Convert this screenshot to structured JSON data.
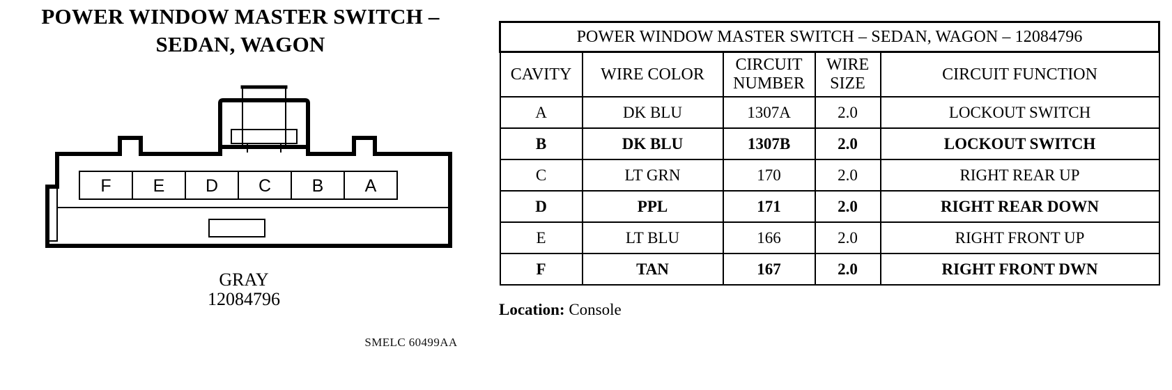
{
  "document": {
    "title_line_1": "POWER WINDOW MASTER SWITCH –",
    "title_line_2": "SEDAN, WAGON",
    "footer_code": "SMELC 60499AA"
  },
  "connector": {
    "color_label": "GRAY",
    "part_number": "12084796",
    "cavity_labels": [
      "F",
      "E",
      "D",
      "C",
      "B",
      "A"
    ],
    "view": "face-view",
    "line_color": "#000000"
  },
  "table": {
    "title": "POWER WINDOW MASTER SWITCH – SEDAN, WAGON – 12084796",
    "columns": [
      "CAVITY",
      "WIRE COLOR",
      "CIRCUIT NUMBER",
      "WIRE SIZE",
      "CIRCUIT FUNCTION"
    ],
    "rows": [
      {
        "cavity": "A",
        "wire_color": "DK BLU",
        "circuit_number": "1307A",
        "wire_size": "2.0",
        "circuit_function": "LOCKOUT SWITCH",
        "emphasis": false
      },
      {
        "cavity": "B",
        "wire_color": "DK BLU",
        "circuit_number": "1307B",
        "wire_size": "2.0",
        "circuit_function": "LOCKOUT SWITCH",
        "emphasis": true
      },
      {
        "cavity": "C",
        "wire_color": "LT GRN",
        "circuit_number": "170",
        "wire_size": "2.0",
        "circuit_function": "RIGHT REAR UP",
        "emphasis": false
      },
      {
        "cavity": "D",
        "wire_color": "PPL",
        "circuit_number": "171",
        "wire_size": "2.0",
        "circuit_function": "RIGHT REAR DOWN",
        "emphasis": true
      },
      {
        "cavity": "E",
        "wire_color": "LT BLU",
        "circuit_number": "166",
        "wire_size": "2.0",
        "circuit_function": "RIGHT FRONT UP",
        "emphasis": false
      },
      {
        "cavity": "F",
        "wire_color": "TAN",
        "circuit_number": "167",
        "wire_size": "2.0",
        "circuit_function": "RIGHT FRONT DWN",
        "emphasis": true
      }
    ],
    "location_label": "Location:",
    "location_value": "Console"
  }
}
